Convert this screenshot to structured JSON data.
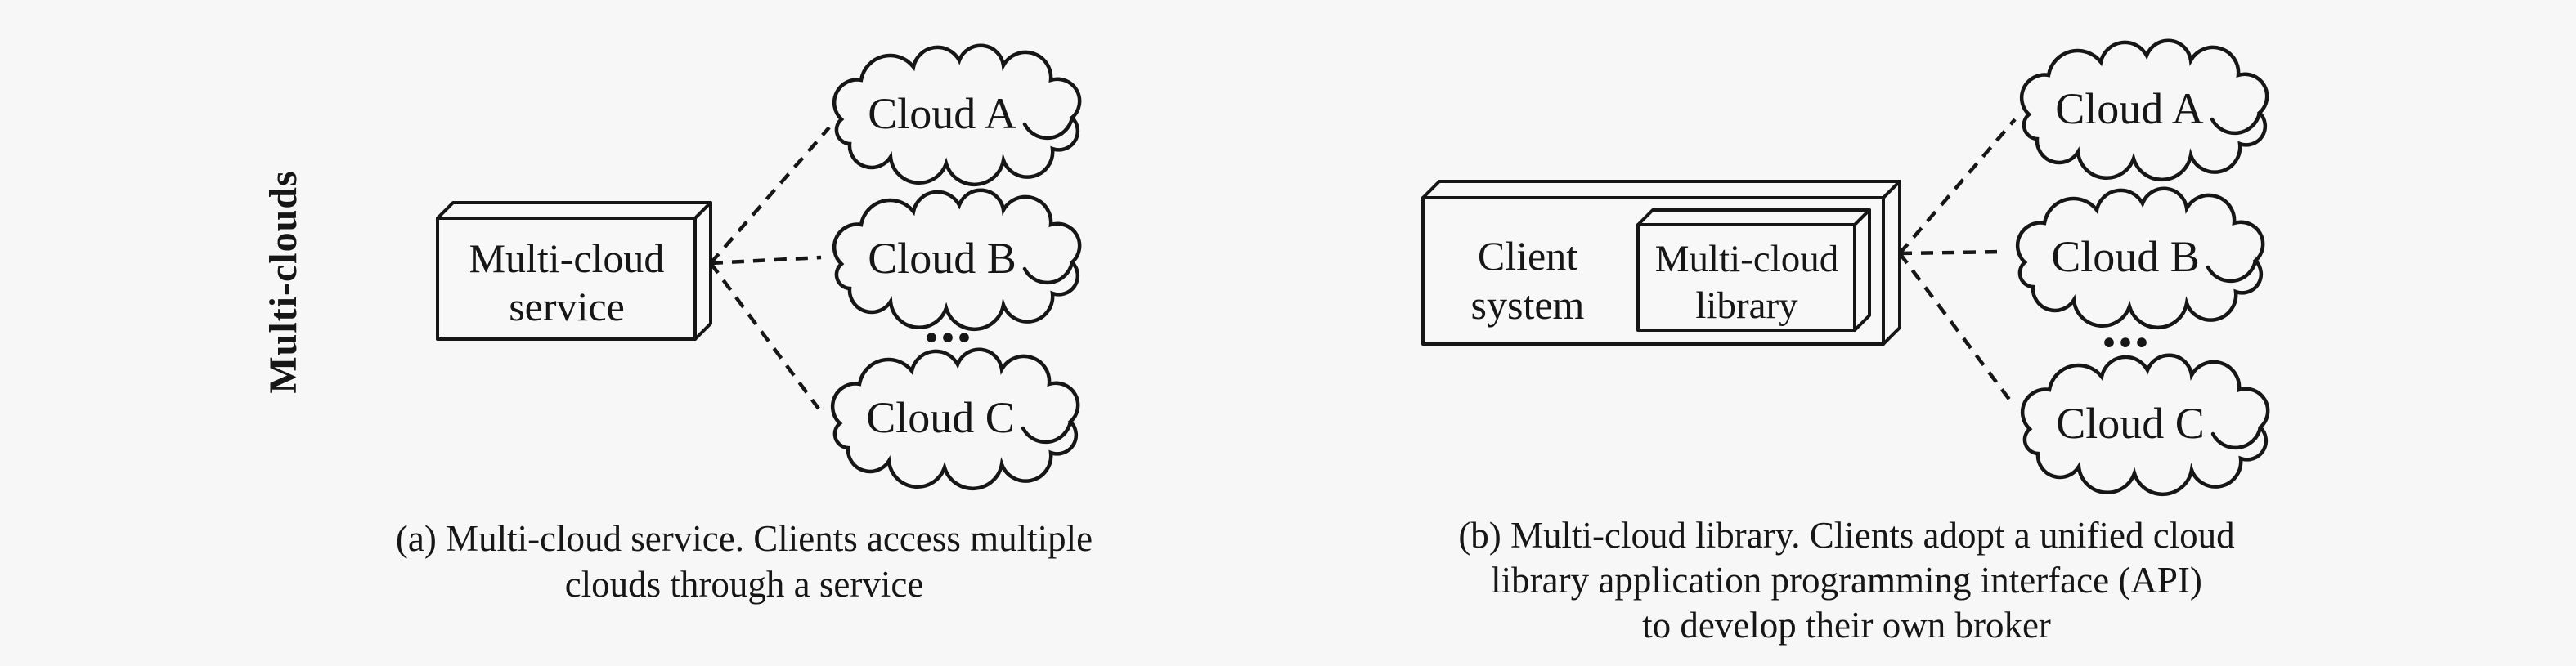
{
  "colors": {
    "background": "#f7f7f7",
    "ink": "#161616",
    "face_fill": "#f8f8f8"
  },
  "side_label": "Multi-clouds",
  "panel_a": {
    "box": {
      "line1": "Multi-cloud",
      "line2": "service"
    },
    "clouds": [
      "Cloud A",
      "Cloud B",
      "Cloud C"
    ],
    "ellipsis": "...",
    "caption": {
      "line1": "(a) Multi-cloud service. Clients access multiple",
      "line2": "clouds through a service"
    }
  },
  "panel_b": {
    "outer_box": {
      "line1": "Client",
      "line2": "system"
    },
    "inner_box": {
      "line1": "Multi-cloud",
      "line2": "library"
    },
    "clouds": [
      "Cloud A",
      "Cloud B",
      "Cloud C"
    ],
    "ellipsis": "...",
    "caption": {
      "line1": "(b) Multi-cloud library. Clients adopt a unified cloud",
      "line2": "library application programming interface (API)",
      "line3": "to develop their own broker"
    }
  }
}
